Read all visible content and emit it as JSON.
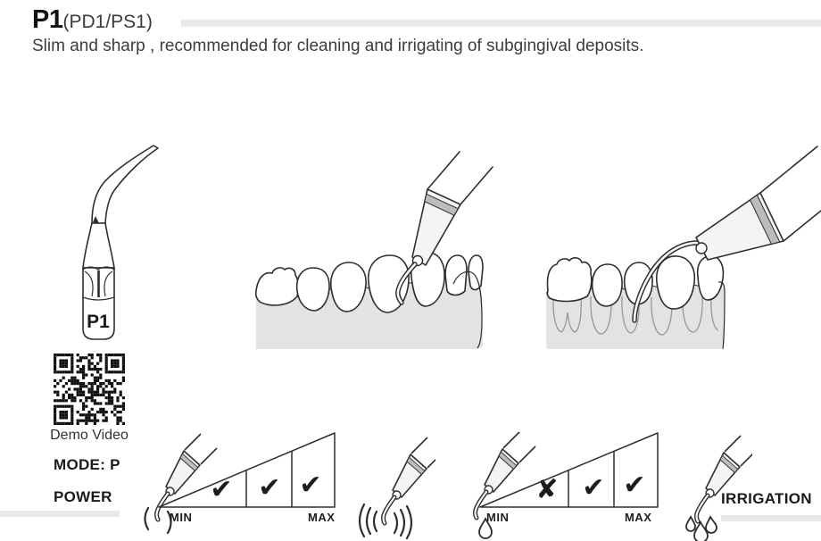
{
  "page": {
    "title": "P1",
    "title_variants": "(PD1/PS1)",
    "description": "Slim and sharp , recommended for cleaning and irrigating of subgingival deposits."
  },
  "tip": {
    "label": "P1"
  },
  "qr": {
    "caption": "Demo Video"
  },
  "settings": {
    "mode": {
      "label": "MODE: P"
    },
    "power": {
      "label": "POWER",
      "min_label": "MIN",
      "max_label": "MAX",
      "levels": [
        "✔",
        "✔",
        "✔"
      ]
    },
    "irrigation": {
      "label": "IRRIGATION",
      "min_label": "MIN",
      "max_label": "MAX",
      "levels": [
        "✘",
        "✔",
        "✔"
      ]
    }
  },
  "colors": {
    "divider_bar": "#e9e9e9",
    "line_art": "#2e2e2e",
    "gum_fill": "#e3e3e3",
    "handpiece_band": "#bcbcbc"
  }
}
